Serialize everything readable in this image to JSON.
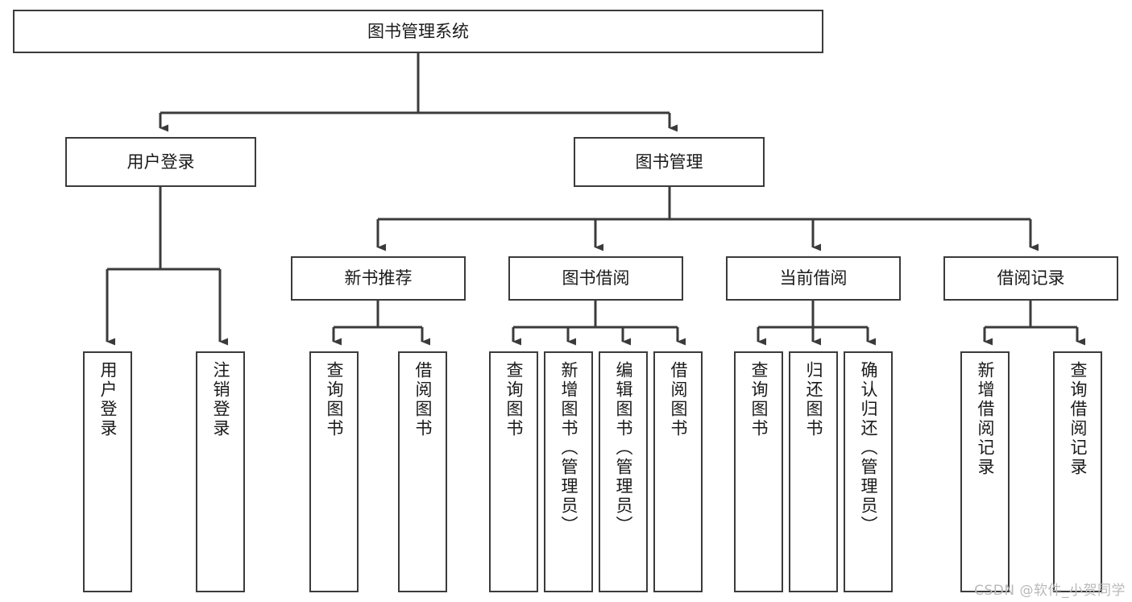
{
  "diagram": {
    "title": "图书管理系统",
    "type": "功能结构图",
    "watermark": "CSDN @软件_小贺同学",
    "colors": {
      "stroke": "#3b3b3b",
      "fill": "#ffffff",
      "text": "#1a1a1a",
      "watermark": "#b9b9b9"
    },
    "nodes": {
      "root": {
        "label": "图书管理系统",
        "level": 1,
        "orientation": "horizontal"
      },
      "user_login": {
        "label": "用户登录",
        "level": 2,
        "orientation": "horizontal"
      },
      "book_manage": {
        "label": "图书管理",
        "level": 2,
        "orientation": "horizontal"
      },
      "new_book_rec": {
        "label": "新书推荐",
        "level": 3,
        "orientation": "horizontal"
      },
      "book_borrow": {
        "label": "图书借阅",
        "level": 3,
        "orientation": "horizontal"
      },
      "current_borrow": {
        "label": "当前借阅",
        "level": 3,
        "orientation": "horizontal"
      },
      "borrow_record": {
        "label": "借阅记录",
        "level": 3,
        "orientation": "horizontal"
      },
      "leaf_user_login": {
        "label": "用户登录",
        "level": 4,
        "orientation": "vertical"
      },
      "leaf_logout": {
        "label": "注销登录",
        "level": 4,
        "orientation": "vertical"
      },
      "leaf_query_book_1": {
        "label": "查询图书",
        "level": 4,
        "orientation": "vertical"
      },
      "leaf_borrow_book_1": {
        "label": "借阅图书",
        "level": 4,
        "orientation": "vertical"
      },
      "leaf_query_book_2": {
        "label": "查询图书",
        "level": 4,
        "orientation": "vertical"
      },
      "leaf_add_book": {
        "label": "新增图书（管理员）",
        "level": 4,
        "orientation": "vertical"
      },
      "leaf_edit_book": {
        "label": "编辑图书（管理员）",
        "level": 4,
        "orientation": "vertical"
      },
      "leaf_borrow_book_2": {
        "label": "借阅图书",
        "level": 4,
        "orientation": "vertical"
      },
      "leaf_query_book_3": {
        "label": "查询图书",
        "level": 4,
        "orientation": "vertical"
      },
      "leaf_return_book": {
        "label": "归还图书",
        "level": 4,
        "orientation": "vertical"
      },
      "leaf_confirm_return": {
        "label": "确认归还（管理员）",
        "level": 4,
        "orientation": "vertical"
      },
      "leaf_add_record": {
        "label": "新增借阅记录",
        "level": 4,
        "orientation": "vertical"
      },
      "leaf_query_record": {
        "label": "查询借阅记录",
        "level": 4,
        "orientation": "vertical"
      }
    },
    "edges": [
      {
        "from": "root",
        "to": "user_login"
      },
      {
        "from": "root",
        "to": "book_manage"
      },
      {
        "from": "user_login",
        "to": "leaf_user_login"
      },
      {
        "from": "user_login",
        "to": "leaf_logout"
      },
      {
        "from": "book_manage",
        "to": "new_book_rec"
      },
      {
        "from": "book_manage",
        "to": "book_borrow"
      },
      {
        "from": "book_manage",
        "to": "current_borrow"
      },
      {
        "from": "book_manage",
        "to": "borrow_record"
      },
      {
        "from": "new_book_rec",
        "to": "leaf_query_book_1"
      },
      {
        "from": "new_book_rec",
        "to": "leaf_borrow_book_1"
      },
      {
        "from": "book_borrow",
        "to": "leaf_query_book_2"
      },
      {
        "from": "book_borrow",
        "to": "leaf_add_book"
      },
      {
        "from": "book_borrow",
        "to": "leaf_edit_book"
      },
      {
        "from": "book_borrow",
        "to": "leaf_borrow_book_2"
      },
      {
        "from": "current_borrow",
        "to": "leaf_query_book_3"
      },
      {
        "from": "current_borrow",
        "to": "leaf_return_book"
      },
      {
        "from": "current_borrow",
        "to": "leaf_confirm_return"
      },
      {
        "from": "borrow_record",
        "to": "leaf_add_record"
      },
      {
        "from": "borrow_record",
        "to": "leaf_query_record"
      }
    ]
  }
}
